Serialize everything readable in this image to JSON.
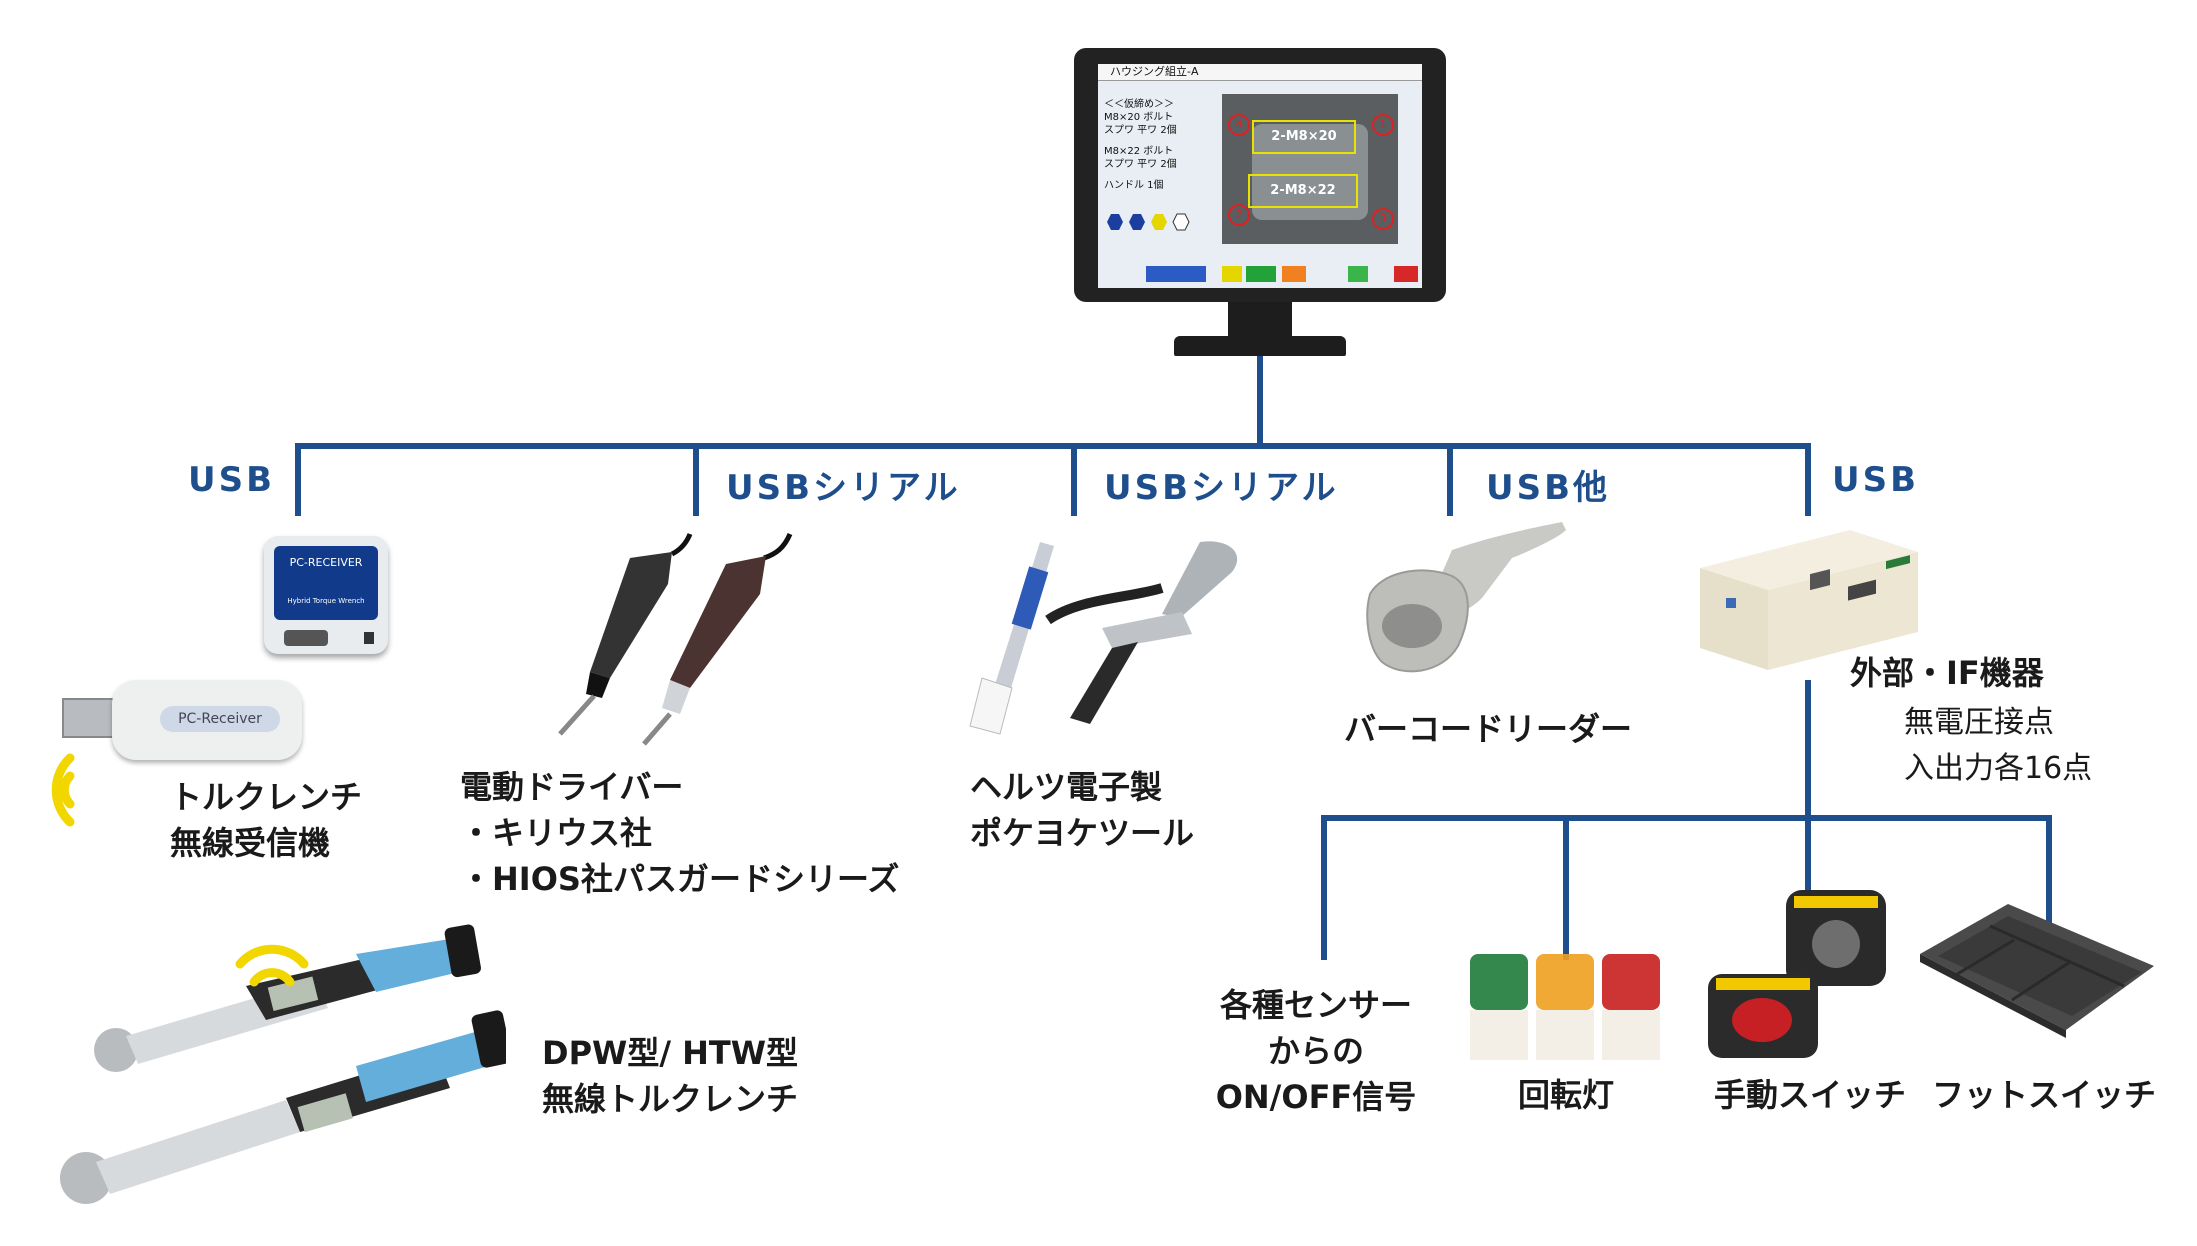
{
  "connections": {
    "usb_1": "USB",
    "usb_serial_1": "USBシリアル",
    "usb_serial_2": "USBシリアル",
    "usb_other": "USB他",
    "usb_2": "USB"
  },
  "devices": {
    "receiver": {
      "line1": "トルクレンチ",
      "line2": "無線受信機",
      "box_label": "PC-RECEIVER",
      "box_sub": "Hybrid Torque Wrench",
      "dongle_label": "PC-Receiver"
    },
    "driver": {
      "line1": "電動ドライバー",
      "line2": "・キリウス社",
      "line3": "・HIOS社パスガードシリーズ"
    },
    "pokayoke": {
      "line1": "ヘルツ電子製",
      "line2": "ポケヨケツール"
    },
    "barcode": {
      "line1": "バーコードリーダー"
    },
    "io": {
      "title": "外部・IF機器",
      "line1": "無電圧接点",
      "line2": "入出力各16点"
    },
    "wrench": {
      "line1": "DPW型/ HTW型",
      "line2": "無線トルクレンチ"
    },
    "sensor": {
      "line1": "各種センサー",
      "line2": "からの",
      "line3": "ON/OFF信号"
    },
    "lamp": {
      "line1": "回転灯"
    },
    "manual_switch": {
      "line1": "手動スイッチ"
    },
    "foot_switch": {
      "line1": "フットスイッチ"
    }
  },
  "screen": {
    "title": "ハウジング組立-A",
    "left_text": [
      "＜＜仮締め＞＞",
      "M8×20 ボルト",
      "スプワ 平ワ 2個",
      "M8×22 ボルト",
      "スプワ 平ワ 2個",
      "ハンドル 1個"
    ],
    "box1": "2-M8×20",
    "box2": "2-M8×22",
    "nums": [
      "4",
      "1",
      "2",
      "3"
    ]
  },
  "colors": {
    "wire": "#1f4e8c",
    "label_blue": "#1f4e8c"
  }
}
